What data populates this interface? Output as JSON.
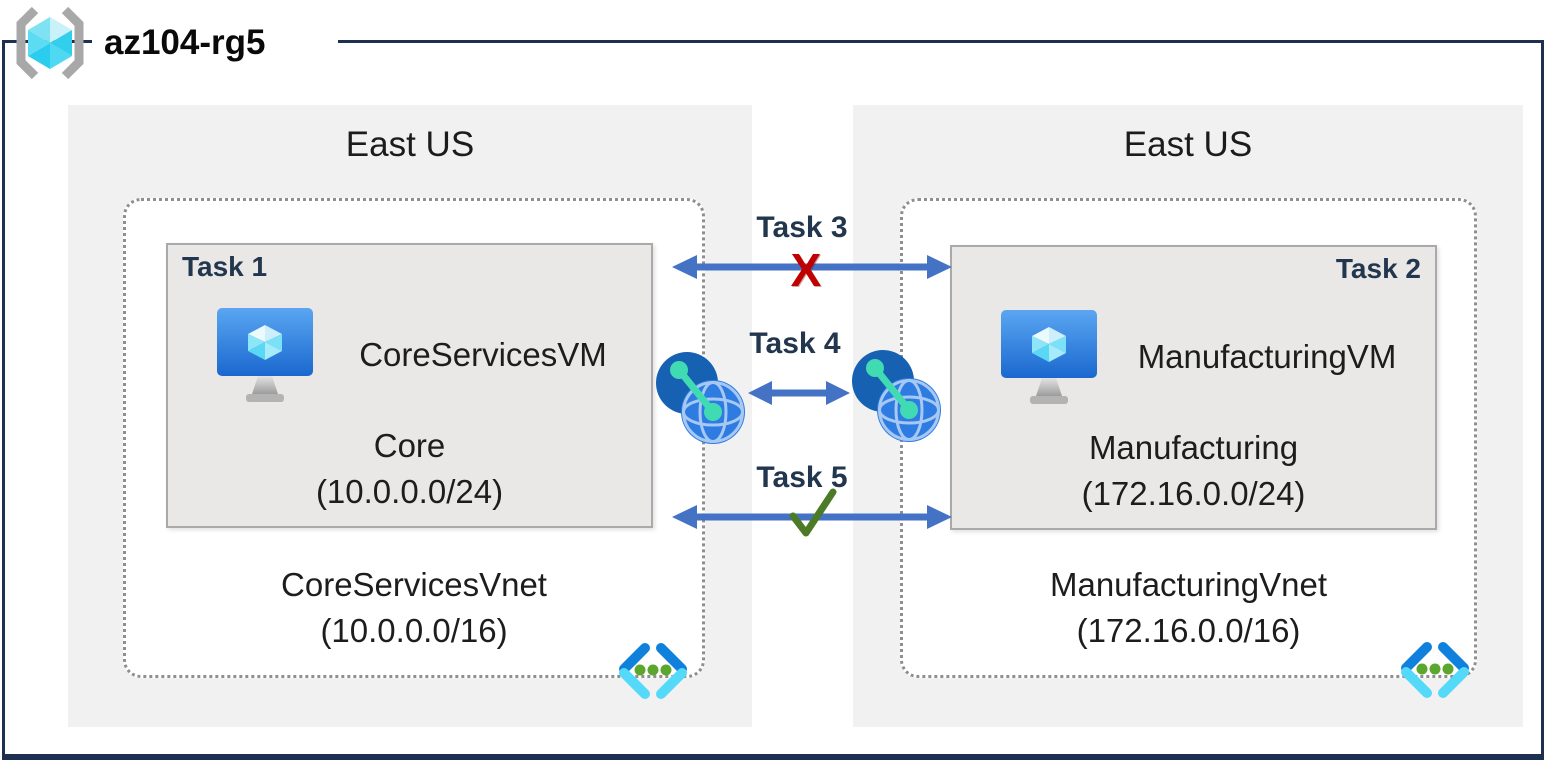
{
  "diagram": {
    "title": "az104-rg5"
  },
  "regions": [
    {
      "label": "East US",
      "vnet": {
        "name": "CoreServicesVnet",
        "cidr": "(10.0.0.0/16)"
      },
      "task_box": {
        "label": "Task 1",
        "vm_name": "CoreServicesVM",
        "subnet_name": "Core",
        "subnet_cidr": "(10.0.0.0/24)"
      }
    },
    {
      "label": "East US",
      "vnet": {
        "name": "ManufacturingVnet",
        "cidr": "(172.16.0.0/16)"
      },
      "task_box": {
        "label": "Task 2",
        "vm_name": "ManufacturingVM",
        "subnet_name": "Manufacturing",
        "subnet_cidr": "(172.16.0.0/24)"
      }
    }
  ],
  "connections": [
    {
      "label": "Task 3",
      "marker": "X"
    },
    {
      "label": "Task 4",
      "marker": ""
    },
    {
      "label": "Task 5",
      "marker": "✓"
    }
  ],
  "colors": {
    "arrow": "#4472c4",
    "blocked_x": "#c00000",
    "check": "#4d7a27",
    "frame": "#1e3050",
    "region_bg": "#f1f1f1",
    "task_box_bg": "#e9e8e7",
    "task_label": "#22364e"
  }
}
